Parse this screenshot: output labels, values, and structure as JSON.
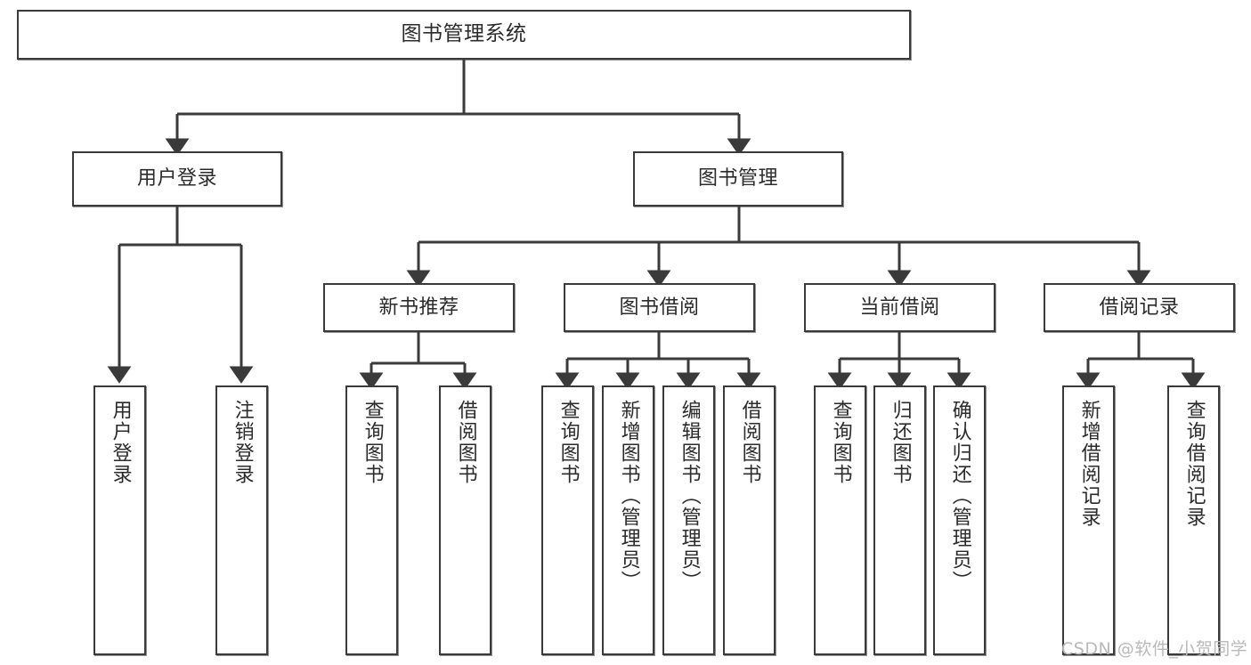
{
  "diagram": {
    "type": "tree-hierarchy-chart",
    "title": "图书管理系统",
    "orientation": "top-down",
    "line_color": "#3a3a3a",
    "box_fill": "#ffffff",
    "text_color": "#2b2b2b"
  },
  "nodes": {
    "root": {
      "label": "图书管理系统",
      "level": 1
    },
    "level2": [
      {
        "id": "user-login",
        "label": "用户登录"
      },
      {
        "id": "book-management",
        "label": "图书管理"
      }
    ],
    "level3": [
      {
        "id": "new-book-recommend",
        "label": "新书推荐"
      },
      {
        "id": "book-borrow",
        "label": "图书借阅"
      },
      {
        "id": "current-borrow",
        "label": "当前借阅"
      },
      {
        "id": "borrow-record",
        "label": "借阅记录"
      }
    ],
    "leaves": {
      "user-login": [
        {
          "id": "leaf-user-login",
          "label": "用户登录"
        },
        {
          "id": "leaf-logout-login",
          "label": "注销登录"
        }
      ],
      "new-book-recommend": [
        {
          "id": "leaf-query-book-1",
          "label": "查询图书"
        },
        {
          "id": "leaf-borrow-book-1",
          "label": "借阅图书"
        }
      ],
      "book-borrow": [
        {
          "id": "leaf-query-book-2",
          "label": "查询图书"
        },
        {
          "id": "leaf-add-book",
          "label": "新增图书（管理员）"
        },
        {
          "id": "leaf-edit-book",
          "label": "编辑图书（管理员）"
        },
        {
          "id": "leaf-borrow-book-2",
          "label": "借阅图书"
        }
      ],
      "current-borrow": [
        {
          "id": "leaf-query-book-3",
          "label": "查询图书"
        },
        {
          "id": "leaf-return-book",
          "label": "归还图书"
        },
        {
          "id": "leaf-confirm-return",
          "label": "确认归还（管理员）"
        }
      ],
      "borrow-record": [
        {
          "id": "leaf-add-record",
          "label": "新增借阅记录"
        },
        {
          "id": "leaf-query-record",
          "label": "查询借阅记录"
        }
      ]
    }
  },
  "watermark": {
    "text": "CSDN @软件_小贺同学"
  }
}
